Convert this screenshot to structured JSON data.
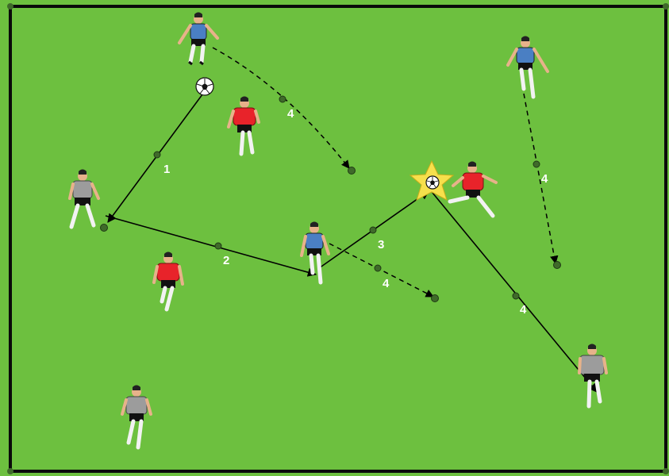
{
  "colors": {
    "pitch": "#6dc03f",
    "border": "#0a0a0a",
    "team_blue": "#4a7fc3",
    "team_red": "#e8232a",
    "team_grey": "#9c9c9c",
    "star": "#f6e04c",
    "marker": "#3f6a2a"
  },
  "steps": {
    "pass_1": "1",
    "pass_2": "2",
    "pass_3": "3",
    "run_4_top": "4",
    "run_4_center": "4",
    "run_4_right": "4",
    "pass_4": "4"
  },
  "icons": [
    "soccer-ball-icon",
    "star-icon",
    "player-figure-icon"
  ]
}
